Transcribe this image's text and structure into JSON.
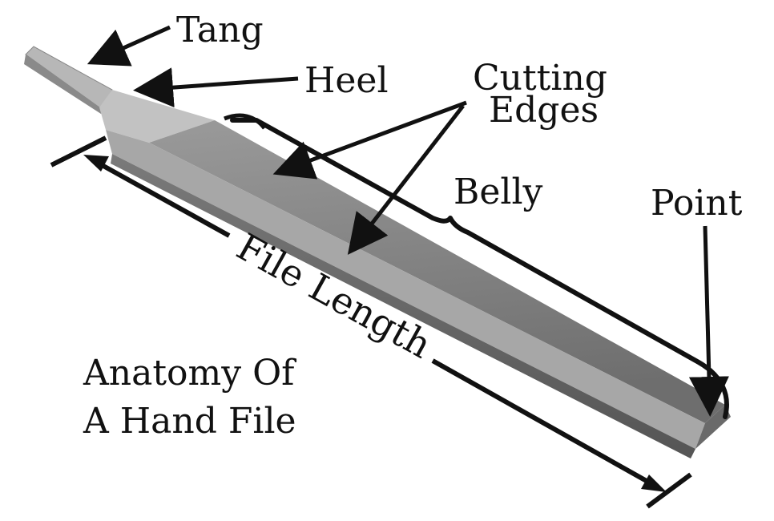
{
  "labels": {
    "tang": "Tang",
    "heel": "Heel",
    "cutting_line1": "Cutting",
    "cutting_line2": "Edges",
    "belly": "Belly",
    "point": "Point",
    "file_length": "File Length",
    "title_line1": "Anatomy Of",
    "title_line2": "A Hand File"
  },
  "colors": {
    "file_light": "#bdbdbd",
    "file_mid": "#8f8f8f",
    "file_dark": "#5e5e5e",
    "ink": "#111111"
  }
}
